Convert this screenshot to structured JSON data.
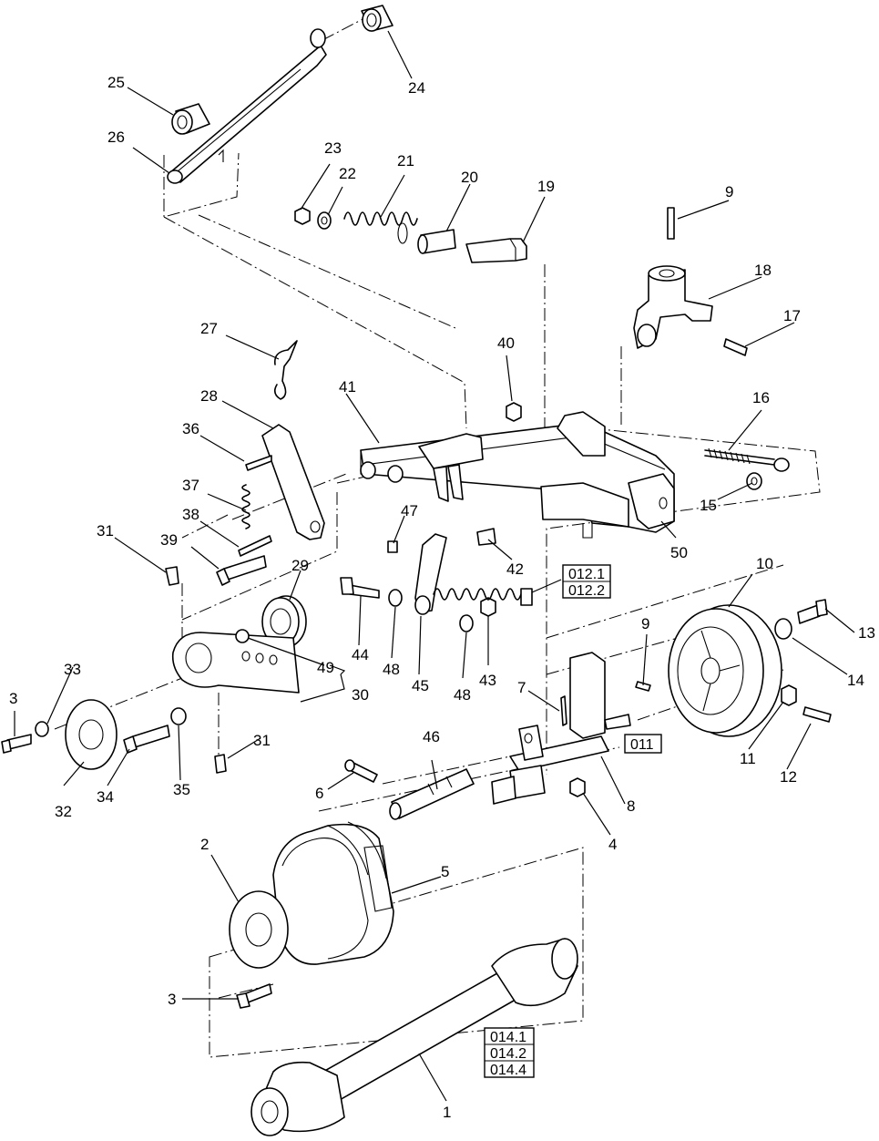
{
  "callouts": [
    {
      "id": "c1",
      "text": "1"
    },
    {
      "id": "c2",
      "text": "2"
    },
    {
      "id": "c3a",
      "text": "3"
    },
    {
      "id": "c3b",
      "text": "3"
    },
    {
      "id": "c4",
      "text": "4"
    },
    {
      "id": "c5",
      "text": "5"
    },
    {
      "id": "c6",
      "text": "6"
    },
    {
      "id": "c7",
      "text": "7"
    },
    {
      "id": "c8",
      "text": "8"
    },
    {
      "id": "c9a",
      "text": "9"
    },
    {
      "id": "c9b",
      "text": "9"
    },
    {
      "id": "c10",
      "text": "10"
    },
    {
      "id": "c11",
      "text": "11"
    },
    {
      "id": "c12",
      "text": "12"
    },
    {
      "id": "c13",
      "text": "13"
    },
    {
      "id": "c14",
      "text": "14"
    },
    {
      "id": "c15",
      "text": "15"
    },
    {
      "id": "c16",
      "text": "16"
    },
    {
      "id": "c17",
      "text": "17"
    },
    {
      "id": "c18",
      "text": "18"
    },
    {
      "id": "c19",
      "text": "19"
    },
    {
      "id": "c20",
      "text": "20"
    },
    {
      "id": "c21",
      "text": "21"
    },
    {
      "id": "c22",
      "text": "22"
    },
    {
      "id": "c23",
      "text": "23"
    },
    {
      "id": "c24",
      "text": "24"
    },
    {
      "id": "c25",
      "text": "25"
    },
    {
      "id": "c26",
      "text": "26"
    },
    {
      "id": "c27",
      "text": "27"
    },
    {
      "id": "c28",
      "text": "28"
    },
    {
      "id": "c29",
      "text": "29"
    },
    {
      "id": "c30",
      "text": "30"
    },
    {
      "id": "c31a",
      "text": "31"
    },
    {
      "id": "c31b",
      "text": "31"
    },
    {
      "id": "c32",
      "text": "32"
    },
    {
      "id": "c33",
      "text": "33"
    },
    {
      "id": "c34",
      "text": "34"
    },
    {
      "id": "c35",
      "text": "35"
    },
    {
      "id": "c36",
      "text": "36"
    },
    {
      "id": "c37",
      "text": "37"
    },
    {
      "id": "c38",
      "text": "38"
    },
    {
      "id": "c39",
      "text": "39"
    },
    {
      "id": "c40",
      "text": "40"
    },
    {
      "id": "c41",
      "text": "41"
    },
    {
      "id": "c42",
      "text": "42"
    },
    {
      "id": "c43",
      "text": "43"
    },
    {
      "id": "c44",
      "text": "44"
    },
    {
      "id": "c45",
      "text": "45"
    },
    {
      "id": "c46",
      "text": "46"
    },
    {
      "id": "c47",
      "text": "47"
    },
    {
      "id": "c48a",
      "text": "48"
    },
    {
      "id": "c48b",
      "text": "48"
    },
    {
      "id": "c49",
      "text": "49"
    },
    {
      "id": "c50",
      "text": "50"
    }
  ],
  "references": {
    "ref_012": [
      "012.1",
      "012.2"
    ],
    "ref_011": [
      "011"
    ],
    "ref_014": [
      "014.1",
      "014.2",
      "014.4"
    ]
  }
}
